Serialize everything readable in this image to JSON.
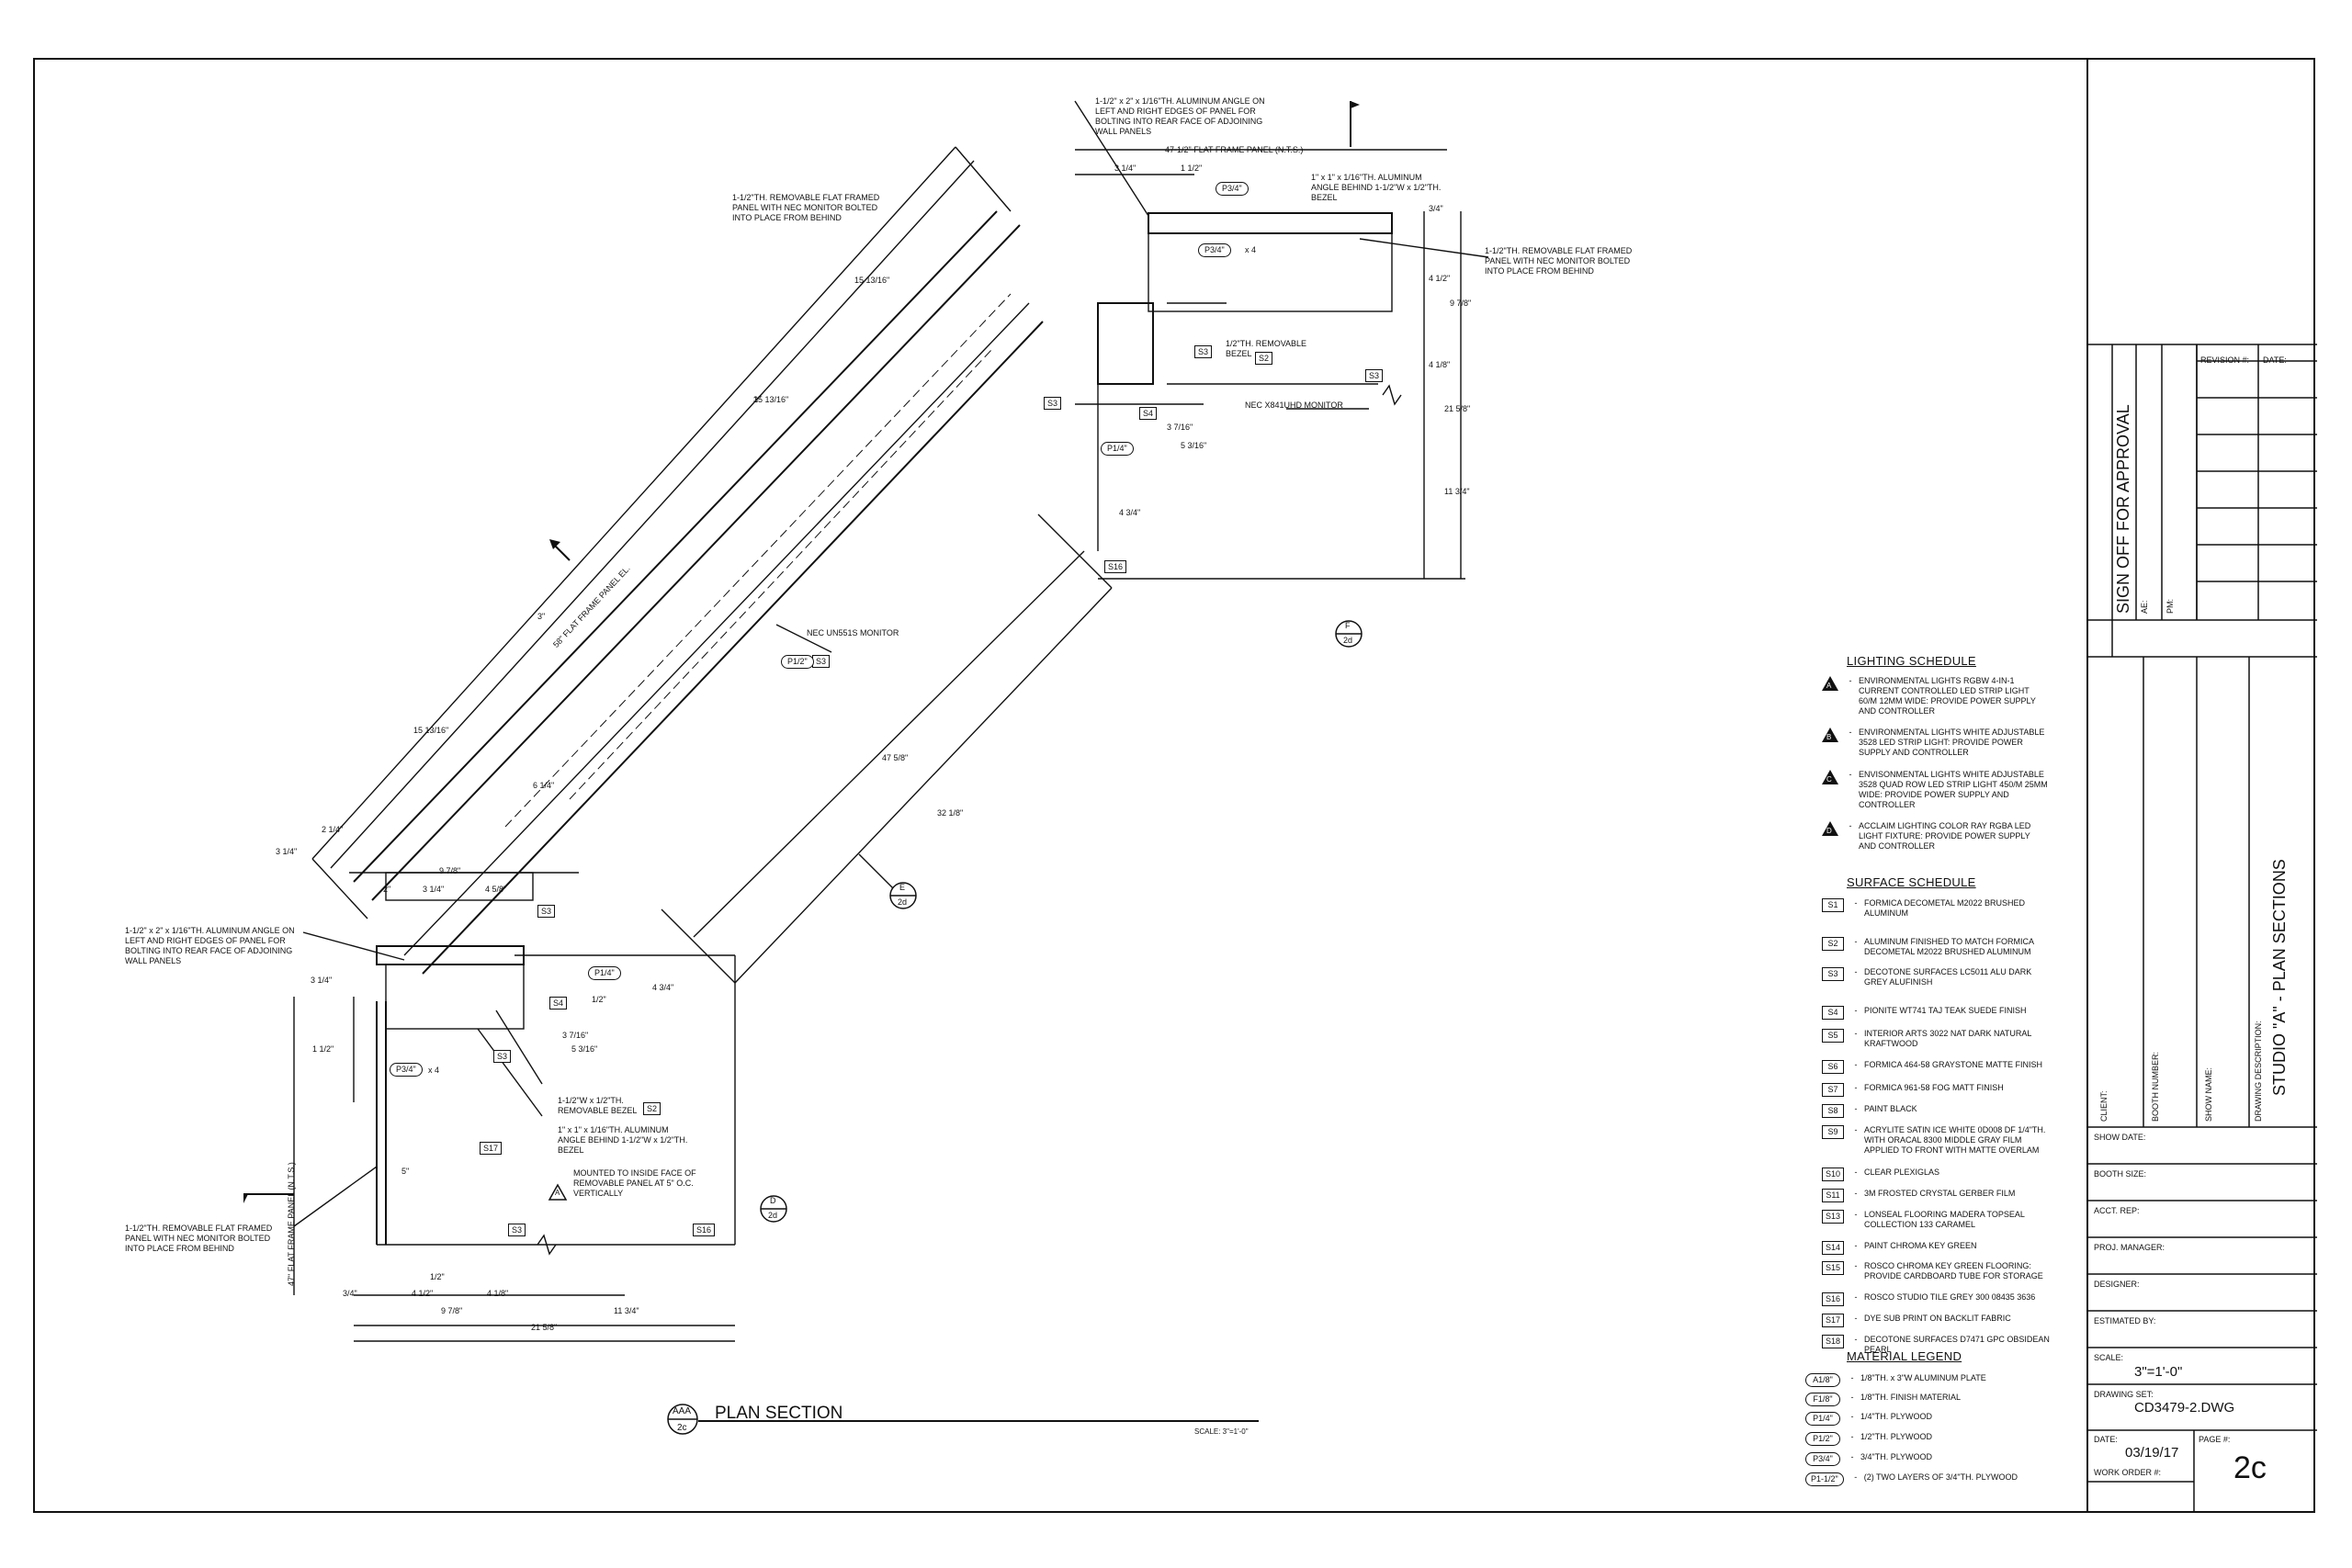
{
  "drawing": {
    "notes": {
      "angle_top": "1-1/2\" x 2\" x 1/16\"TH. ALUMINUM ANGLE ON\nLEFT AND RIGHT EDGES OF PANEL FOR\nBOLTING INTO REAR FACE OF ADJOINING\nWALL PANELS",
      "angle_left": "1-1/2\" x 2\" x 1/16\"TH. ALUMINUM ANGLE ON\nLEFT AND RIGHT EDGES OF PANEL FOR\nBOLTING INTO REAR FACE OF ADJOINING\nWALL PANELS",
      "panel_upper_left": "1-1/2\"TH. REMOVABLE FLAT FRAMED\nPANEL WITH NEC MONITOR BOLTED\nINTO PLACE FROM BEHIND",
      "panel_right": "1-1/2\"TH. REMOVABLE FLAT FRAMED\nPANEL WITH NEC MONITOR BOLTED\nINTO PLACE FROM BEHIND",
      "panel_lower_left": "1-1/2\"TH. REMOVABLE FLAT FRAMED\nPANEL WITH NEC MONITOR BOLTED\nINTO PLACE FROM BEHIND",
      "small_angle_top": "1\" x 1\" x 1/16\"TH. ALUMINUM\nANGLE BEHIND 1-1/2\"W x 1/2\"TH.\nBEZEL",
      "small_angle_bottom": "1\" x 1\" x 1/16\"TH. ALUMINUM\nANGLE BEHIND 1-1/2\"W x 1/2\"TH.\nBEZEL",
      "bezel_top": "1/2\"TH. REMOVABLE\nBEZEL",
      "bezel_bottom": "1-1/2\"W x 1/2\"TH.\nREMOVABLE BEZEL",
      "mounted": "MOUNTED TO INSIDE FACE OF\nREMOVABLE PANEL AT 5\" O.C.\nVERTICALLY",
      "monitor_small": "NEC X841UHD MONITOR",
      "monitor_large": "NEC UN551S MONITOR",
      "flat_panel_top": "47-1/2\" FLAT FRAME PANEL (N.T.S.)",
      "flat_panel_diag": "58\" FLAT FRAME PANEL EL.",
      "flat_panel_left": "47\" FLAT FRAME PANEL (N.T.S.)"
    },
    "dims": {
      "d1": "3 1/4\"",
      "d2": "1 1/2\"",
      "d3": "3/4\"",
      "d4": "4 1/2\"",
      "d5": "9 7/8\"",
      "d6": "4 1/8\"",
      "d7": "21 5/8\"",
      "d8": "11 3/4\"",
      "d9": "4 3/4\"",
      "d10": "3 7/16\"",
      "d11": "5 3/16\"",
      "d12": "15 13/16\"",
      "d13": "3\"",
      "d14": "47 5/8\"",
      "d15": "32 1/8\"",
      "d16": "2 1/4\"",
      "d17": "2\"",
      "d18": "4 5/8\"",
      "d19": "1/2\"",
      "d20": "5\"",
      "d21": "1/2\"",
      "d22": "6 1/4\"",
      "d23": "4 3/4\"",
      "d24": "3 1/4\"",
      "d25": "1/2\""
    },
    "tags": {
      "s3": "S3",
      "s4": "S4",
      "s2": "S2",
      "s16": "S16",
      "s17": "S17",
      "p34": "P3/4\"",
      "p14": "P1/4\"",
      "p12": "P1/2\"",
      "x4": "x 4"
    },
    "markers": {
      "f_top": "F",
      "f_bot": "2d",
      "e_top": "E",
      "e_bot": "2d",
      "d_top": "D",
      "d_bot": "2d",
      "note_a": "A"
    },
    "section": {
      "id": "AAA",
      "sheet": "2c",
      "title": "PLAN SECTION",
      "scale": "SCALE: 3\"=1'-0\""
    }
  },
  "lighting": {
    "title": "LIGHTING SCHEDULE",
    "items": [
      {
        "key": "A",
        "text": "ENVIRONMENTAL LIGHTS RGBW 4-IN-1\nCURRENT CONTROLLED LED STRIP LIGHT\n60/M 12MM WIDE: PROVIDE POWER SUPPLY\nAND CONTROLLER"
      },
      {
        "key": "B",
        "text": "ENVIRONMENTAL LIGHTS WHITE ADJUSTABLE\n3528 LED STRIP LIGHT: PROVIDE POWER\nSUPPLY AND CONTROLLER"
      },
      {
        "key": "C",
        "text": "ENVISONMENTAL LIGHTS WHITE ADJUSTABLE\n3528 QUAD ROW LED STRIP LIGHT 450/M 25MM\nWIDE: PROVIDE POWER SUPPLY AND\nCONTROLLER"
      },
      {
        "key": "D",
        "text": "ACCLAIM LIGHTING COLOR RAY RGBA LED\nLIGHT FIXTURE: PROVIDE POWER SUPPLY\nAND CONTROLLER"
      }
    ]
  },
  "surface": {
    "title": "SURFACE SCHEDULE",
    "items": [
      {
        "key": "S1",
        "text": "FORMICA DECOMETAL M2022 BRUSHED\nALUMINUM"
      },
      {
        "key": "S2",
        "text": "ALUMINUM FINISHED TO MATCH FORMICA\nDECOMETAL M2022 BRUSHED ALUMINUM"
      },
      {
        "key": "S3",
        "text": "DECOTONE SURFACES LC5011 ALU DARK\nGREY ALUFINISH"
      },
      {
        "key": "S4",
        "text": "PIONITE WT741 TAJ TEAK SUEDE FINISH"
      },
      {
        "key": "S5",
        "text": "INTERIOR ARTS 3022 NAT DARK NATURAL\nKRAFTWOOD"
      },
      {
        "key": "S6",
        "text": "FORMICA 464-58 GRAYSTONE MATTE FINISH"
      },
      {
        "key": "S7",
        "text": "FORMICA 961-58 FOG MATT FINISH"
      },
      {
        "key": "S8",
        "text": "PAINT BLACK"
      },
      {
        "key": "S9",
        "text": "ACRYLITE SATIN ICE WHITE 0D008 DF 1/4\"TH.\nWITH ORACAL 8300 MIDDLE GRAY FILM\nAPPLIED TO FRONT WITH MATTE OVERLAM"
      },
      {
        "key": "S10",
        "text": "CLEAR PLEXIGLAS"
      },
      {
        "key": "S11",
        "text": "3M FROSTED CRYSTAL GERBER FILM"
      },
      {
        "key": "S13",
        "text": "LONSEAL FLOORING MADERA TOPSEAL\nCOLLECTION 133 CARAMEL"
      },
      {
        "key": "S14",
        "text": "PAINT CHROMA KEY GREEN"
      },
      {
        "key": "S15",
        "text": "ROSCO CHROMA KEY GREEN FLOORING:\nPROVIDE CARDBOARD TUBE FOR STORAGE"
      },
      {
        "key": "S16",
        "text": "ROSCO STUDIO TILE GREY 300 08435 3636"
      },
      {
        "key": "S17",
        "text": "DYE SUB PRINT ON BACKLIT FABRIC"
      },
      {
        "key": "S18",
        "text": "DECOTONE SURFACES D7471 GPC OBSIDEAN\nPEARL"
      }
    ]
  },
  "material": {
    "title": "MATERIAL LEGEND",
    "items": [
      {
        "key": "A1/8\"",
        "text": "1/8\"TH. x 3\"W ALUMINUM PLATE"
      },
      {
        "key": "F1/8\"",
        "text": "1/8\"TH. FINISH MATERIAL"
      },
      {
        "key": "P1/4\"",
        "text": "1/4\"TH. PLYWOOD"
      },
      {
        "key": "P1/2\"",
        "text": "1/2\"TH. PLYWOOD"
      },
      {
        "key": "P3/4\"",
        "text": "3/4\"TH. PLYWOOD"
      },
      {
        "key": "P1-1/2\"",
        "text": "(2) TWO LAYERS OF 3/4\"TH. PLYWOOD"
      }
    ]
  },
  "titleblock": {
    "signoff": "SIGN OFF FOR APPROVAL",
    "ae": "AE:",
    "pm": "PM:",
    "revision": "REVISION #:",
    "date_col": "DATE:",
    "client": "CLIENT:",
    "booth_number": "BOOTH NUMBER:",
    "show_name": "SHOW NAME:",
    "drawing_description": "DRAWING DESCRIPTION:",
    "description_value": "STUDIO \"A\" - PLAN SECTIONS",
    "show_date": "SHOW DATE:",
    "booth_size": "BOOTH SIZE:",
    "acct_rep": "ACCT. REP:",
    "proj_manager": "PROJ. MANAGER:",
    "designer": "DESIGNER:",
    "estimated_by": "ESTIMATED BY:",
    "scale_label": "SCALE:",
    "scale_value": "3\"=1'-0\"",
    "drawing_set_label": "DRAWING SET:",
    "drawing_set_value": "CD3479-2.DWG",
    "date_label": "DATE:",
    "date_value": "03/19/17",
    "page_label": "PAGE #:",
    "page_value": "2c",
    "work_order": "WORK ORDER #:"
  }
}
